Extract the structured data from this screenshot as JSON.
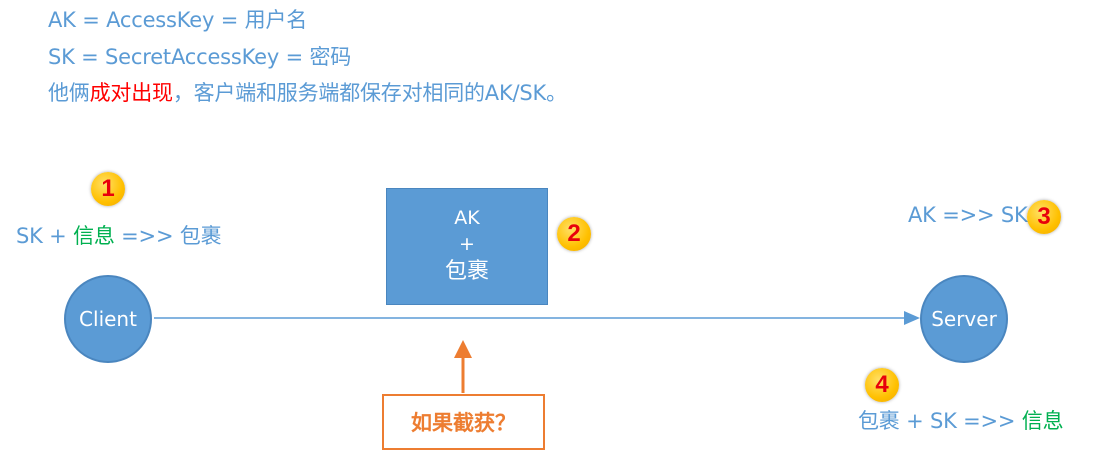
{
  "header": {
    "line1": "AK = AccessKey = 用户名",
    "line2": "SK = SecretAccessKey = 密码",
    "line3_part1": "他俩",
    "line3_emph": "成对出现",
    "line3_part2": "，客户端和服务端都保存对相同的AK/SK。"
  },
  "steps": {
    "step1": {
      "badge": "1",
      "pre": "SK + ",
      "green": "信息",
      "post": " =>> 包裹"
    },
    "step2": {
      "badge": "2",
      "packet_line1": "AK",
      "packet_line2": "+",
      "packet_line3": "包裹"
    },
    "step3": {
      "badge": "3",
      "text": "AK =>> SK"
    },
    "step4": {
      "badge": "4",
      "pre": "包裹 + SK =>> ",
      "green": "信息"
    }
  },
  "nodes": {
    "client": "Client",
    "server": "Server"
  },
  "intercept": {
    "label": "如果截获？"
  },
  "colors": {
    "blue": "#5b9bd5",
    "green": "#00b050",
    "red": "#ff0000",
    "orange": "#ed7d31",
    "badge": "#ffc000"
  }
}
